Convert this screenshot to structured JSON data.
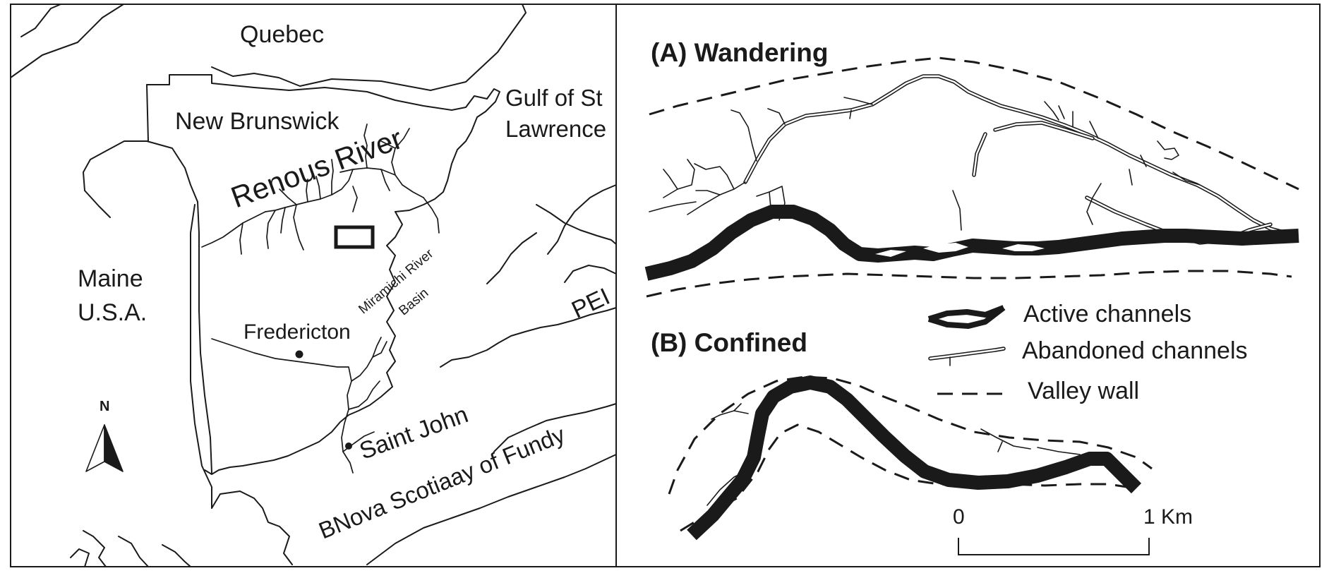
{
  "left_map": {
    "labels": {
      "quebec": "Quebec",
      "new_brunswick": "New Brunswick",
      "gulf_line1": "Gulf of St",
      "gulf_line2": "Lawrence",
      "renous_river": "Renous River",
      "miramichi_line1": "Miramichi River",
      "miramichi_line2": "Basin",
      "maine_line1": "Maine",
      "maine_line2": "U.S.A.",
      "fredericton": "Fredericton",
      "saint_john": "Saint John",
      "bay_of_fundy": "BNova Scotiaay of Fundy",
      "pei": "PEI",
      "north": "N"
    },
    "cities": [
      "Fredericton",
      "Saint John"
    ]
  },
  "right_panel": {
    "title_a": "(A) Wandering",
    "title_b": "(B) Confined",
    "legend": {
      "active": "Active channels",
      "abandoned": "Abandoned channels",
      "valley": "Valley wall"
    },
    "scale": {
      "start": "0",
      "end": "1 Km"
    }
  },
  "colors": {
    "ink": "#1a1a1a",
    "background": "#ffffff"
  }
}
